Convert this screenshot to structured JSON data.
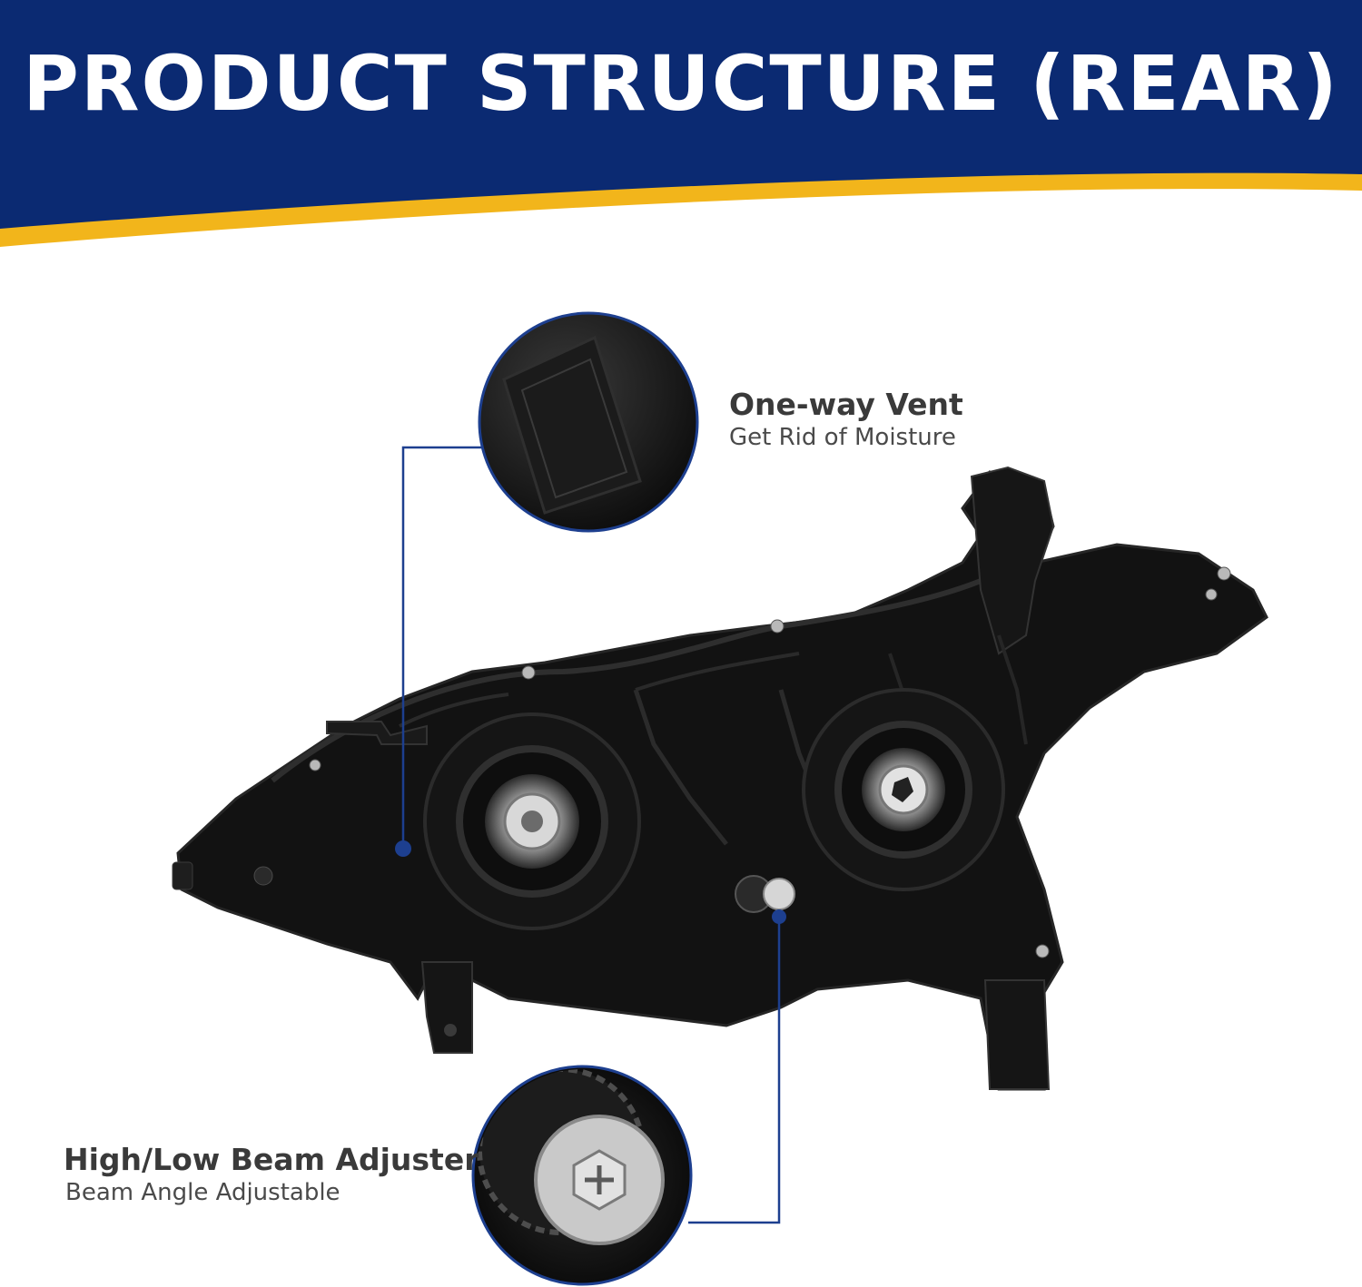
{
  "header": {
    "title": "PRODUCT STRUCTURE (REAR)"
  },
  "callouts": [
    {
      "title": "One-way Vent",
      "subtitle": "Get Rid of Moisture",
      "icon": "vent-detail-icon"
    },
    {
      "title": "High/Low Beam Adjuster",
      "subtitle": "Beam Angle Adjustable",
      "icon": "adjuster-detail-icon"
    }
  ],
  "colors": {
    "banner_blue": "#0b2a72",
    "stripe_yellow": "#f2b51b",
    "leader_line": "#1d3f8f",
    "housing_black": "#121212"
  }
}
